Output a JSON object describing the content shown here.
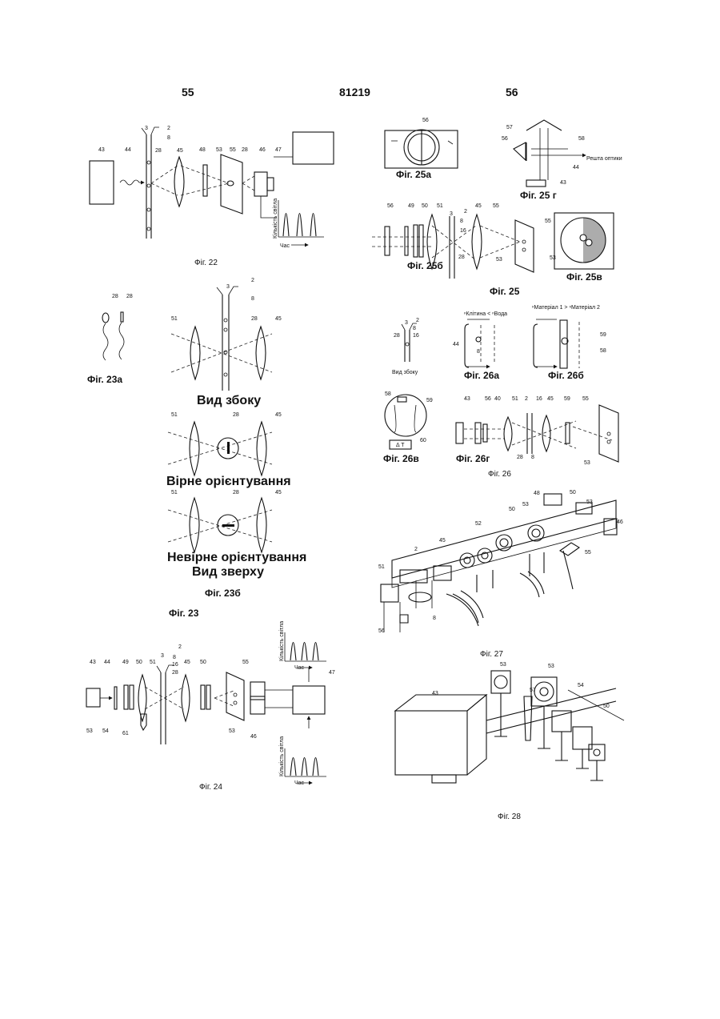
{
  "header": {
    "left_page": "55",
    "patent_number": "81219",
    "right_page": "56"
  },
  "fig22": {
    "caption": "Фіг. 22",
    "labels": {
      "l43": "43",
      "l44": "44",
      "l28a": "28",
      "l3": "3",
      "l2": "2",
      "l8": "8",
      "l45": "45",
      "l48": "48",
      "l53": "53",
      "l55": "55",
      "l28b": "28",
      "l46": "46",
      "l47": "47"
    },
    "ylabel": "Кількість світла",
    "xlabel": "Час"
  },
  "fig23": {
    "caption": "Фіг. 23",
    "caption_a": "Фіг. 23а",
    "caption_b": "Фіг. 23б",
    "side_view": "Вид збоку",
    "correct": "Вірне орієнтування",
    "wrong": "Невірне орієнтування",
    "top_view": "Вид зверху",
    "labels": {
      "a28a": "28",
      "a28b": "28",
      "l3": "3",
      "l2": "2",
      "l8": "8",
      "l28": "28",
      "l51": "51",
      "l45": "45",
      "m51": "51",
      "m28": "28",
      "m45": "45",
      "b51": "51",
      "b28": "28",
      "b45": "45"
    }
  },
  "fig24": {
    "caption": "Фіг. 24",
    "labels": {
      "l43": "43",
      "l44": "44",
      "l49": "49",
      "l50": "50",
      "l51": "51",
      "l3": "3",
      "l2": "2",
      "l8": "8",
      "l16": "16",
      "l28": "28",
      "l45": "45",
      "l50b": "50",
      "l55": "55",
      "l47": "47",
      "l53": "53",
      "l54": "54",
      "l61": "61",
      "l53b": "53",
      "l46": "46"
    },
    "ylabel": "Кількість світла",
    "xlabel": "Час"
  },
  "fig25": {
    "caption": "Фіг. 25",
    "caption_a": "Фіг. 25а",
    "caption_b": "Фіг. 25б",
    "caption_v": "Фіг. 25в",
    "caption_g": "Фіг. 25 г",
    "rest_optics": "Решта оптики",
    "labels": {
      "a56": "56",
      "g57": "57",
      "g56": "56",
      "g58": "58",
      "g44": "44",
      "g43": "43",
      "b56": "56",
      "b49": "49",
      "b50": "50",
      "b51": "51",
      "b3": "3",
      "b2": "2",
      "b8": "8",
      "b16": "16",
      "b28": "28",
      "b45": "45",
      "b55": "55",
      "b53": "53",
      "v55": "55",
      "v53": "53"
    }
  },
  "fig26": {
    "caption": "Фіг. 26",
    "caption_a": "Фіг. 26а",
    "caption_b": "Фіг. 26б",
    "caption_v": "Фіг. 26в",
    "caption_g": "Фіг. 26г",
    "side_view": "Вид збоку",
    "n_cell": "ⁿКлітина < ⁿВода",
    "n_material": "ⁿМатеріал 1 > ⁿМатеріал 2",
    "delta_t": "Δ T",
    "labels": {
      "s3": "3",
      "s2": "2",
      "s8": "8",
      "s16": "16",
      "s28": "28",
      "a44": "44",
      "a8": "8",
      "b59": "59",
      "b58": "58",
      "v58": "58",
      "v59": "59",
      "v60": "60",
      "g43": "43",
      "g56": "56",
      "g40": "40",
      "g51": "51",
      "g2": "2",
      "g16": "16",
      "g45": "45",
      "g59": "59",
      "g55": "55",
      "g28": "28",
      "g8": "8",
      "g53": "53"
    }
  },
  "fig27": {
    "caption": "Фіг. 27",
    "labels": {
      "l48": "48",
      "l50": "50",
      "l53": "53",
      "l46": "46",
      "l50b": "50",
      "l53b": "53",
      "l52": "52",
      "l55": "55",
      "l45": "45",
      "l2": "2",
      "l51": "51",
      "l8": "8",
      "l56": "56"
    }
  },
  "fig28": {
    "caption": "Фіг. 28",
    "labels": {
      "l43": "43",
      "l53a": "53",
      "l53b": "53",
      "l57": "57",
      "l54": "54",
      "l50": "50"
    }
  }
}
